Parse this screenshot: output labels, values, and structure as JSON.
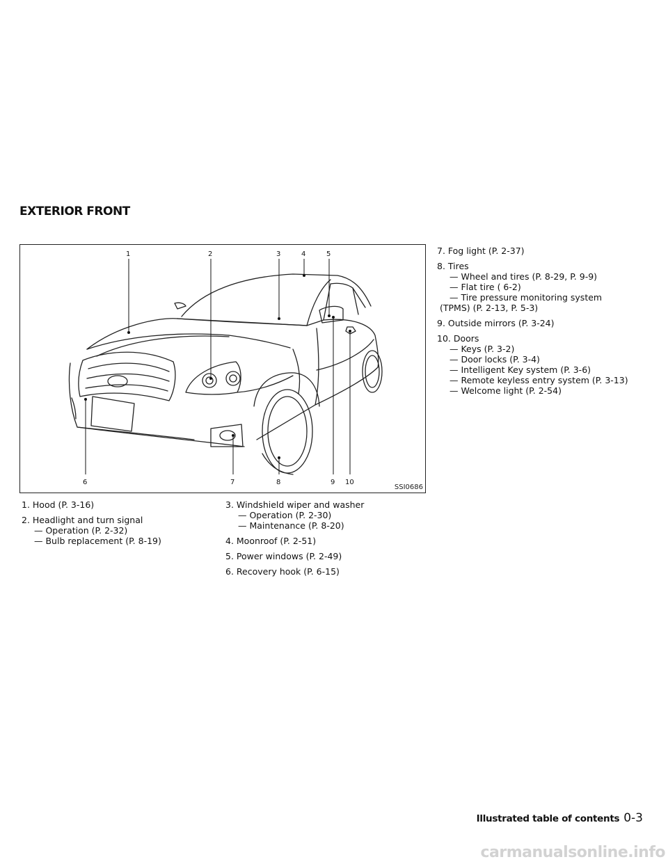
{
  "section": {
    "title": "EXTERIOR FRONT"
  },
  "figure": {
    "code": "SSI0686",
    "callouts": [
      "1",
      "2",
      "3",
      "4",
      "5",
      "6",
      "7",
      "8",
      "9",
      "10"
    ]
  },
  "columns": {
    "left": [
      {
        "head": "1. Hood (P. 3-16)",
        "subs": []
      },
      {
        "head": "2. Headlight and turn signal",
        "subs": [
          "— Operation (P. 2-32)",
          "— Bulb replacement (P. 8-19)"
        ]
      }
    ],
    "middle": [
      {
        "head": "3. Windshield wiper and washer",
        "subs": [
          "— Operation (P. 2-30)",
          "— Maintenance (P. 8-20)"
        ]
      },
      {
        "head": "4. Moonroof (P. 2-51)",
        "subs": []
      },
      {
        "head": "5. Power windows (P. 2-49)",
        "subs": []
      },
      {
        "head": "6. Recovery hook (P. 6-15)",
        "subs": []
      }
    ],
    "right": [
      {
        "head": "7. Fog light (P. 2-37)",
        "subs": []
      },
      {
        "head": "8. Tires",
        "subs": [
          "— Wheel and tires (P. 8-29, P. 9-9)",
          "— Flat tire ( 6-2)",
          "— Tire pressure monitoring system",
          "(TPMS) (P. 2-13, P. 5-3)"
        ]
      },
      {
        "head": "9. Outside mirrors (P. 3-24)",
        "subs": []
      },
      {
        "head": "10. Doors",
        "subs": [
          "— Keys (P. 3-2)",
          "— Door locks (P. 3-4)",
          "— Intelligent Key system (P. 3-6)",
          "— Remote keyless entry system (P. 3-13)",
          "— Welcome light (P. 2-54)"
        ]
      }
    ]
  },
  "footer": {
    "label": "Illustrated table of contents",
    "page": "0-3"
  },
  "watermark": "carmanualsonline.info"
}
